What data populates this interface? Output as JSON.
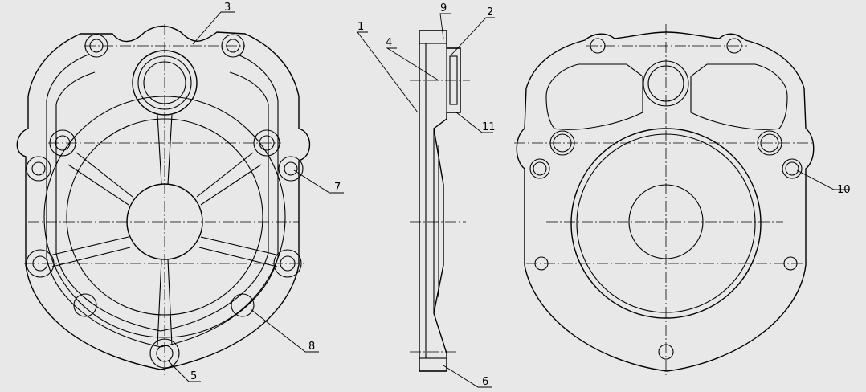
{
  "labels": {
    "l1": "1",
    "l2": "2",
    "l3": "3",
    "l4": "4",
    "l5": "5",
    "l6": "6",
    "l7": "7",
    "l8": "8",
    "l9": "9",
    "l10": "10",
    "l11": "11"
  },
  "colors": {
    "background": "#e8e8e8",
    "line": "#000000"
  }
}
